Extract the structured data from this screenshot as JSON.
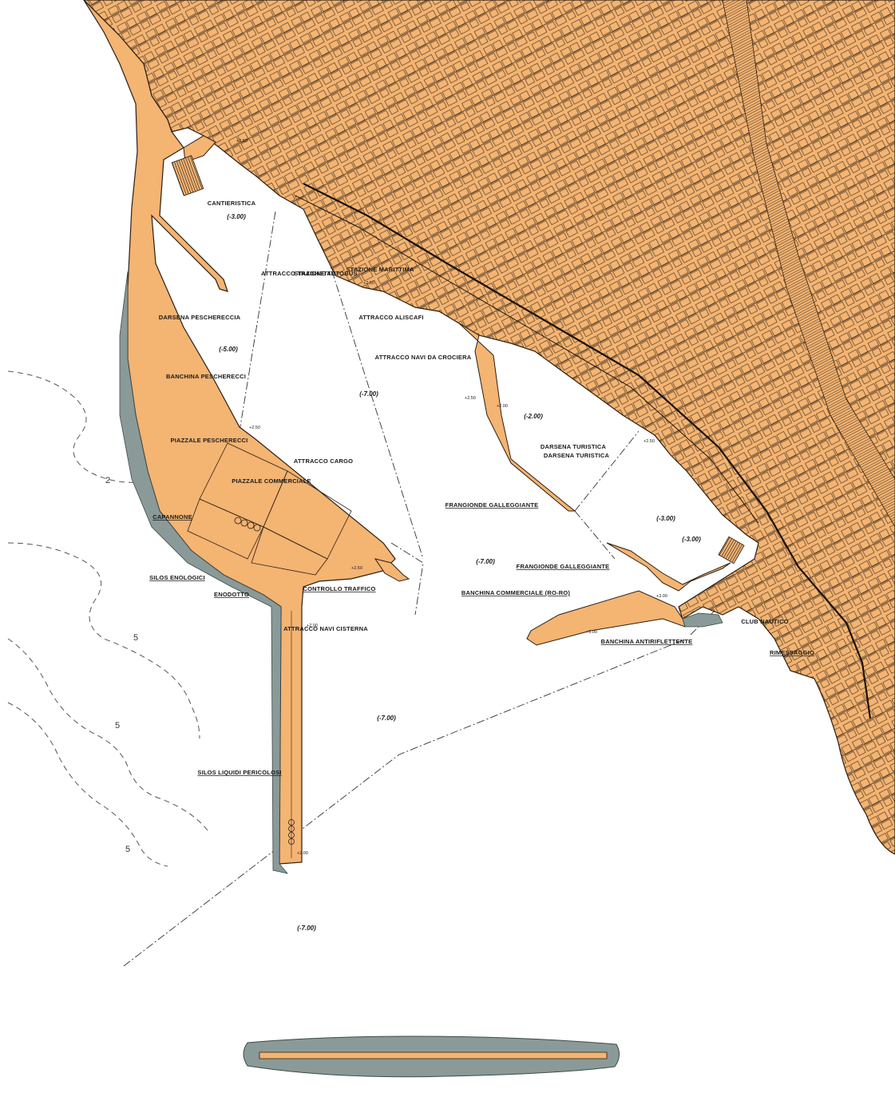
{
  "colors": {
    "land": "#f4b472",
    "water": "#ffffff",
    "breakwater": "#8a9a98",
    "line": "#2a2118"
  },
  "labels": {
    "cantieristica": "CANTIERISTICA",
    "darsena_pescherecci": "DARSENA PESCHERECCIA",
    "banchina_pescherecci": "BANCHINA PESCHERECCI",
    "piazzale_pescherecci": "PIAZZALE PESCHERECCI",
    "piazzale_commerciale": "PIAZZALE COMMERCIALE",
    "capannone": "CAPANNONE",
    "silos_enologici": "SILOS ENOLOGICI",
    "enodotto": "ENODOTTO",
    "controllo_traffico": "CONTROLLO TRAFFICO",
    "attracco_cargo": "ATTRACCO CARGO",
    "attracco_traghetti": "ATTRACCO TRAGHETTI",
    "stazione_autobus": "STAZIONE AUTOBUS",
    "stazione_marittima": "STAZIONE MARITTIMA",
    "attracco_aliscafi": "ATTRACCO ALISCAFI",
    "attracco_navi_crociera": "ATTRACCO NAVI DA CROCIERA",
    "darsena_turistica_1": "DARSENA TURISTICA",
    "darsena_turistica_2": "DARSENA TURISTICA",
    "frangionde_1": "FRANGIONDE GALLEGGIANTE",
    "frangionde_2": "FRANGIONDE GALLEGGIANTE",
    "banchina_roro": "BANCHINA COMMERCIALE (RO-RO)",
    "banchina_antiriflettente": "BANCHINA ANTIRIFLETTENTE",
    "club_nautico": "CLUB NAUTICO",
    "rimessaggio": "RIMESSAGGIO",
    "attracco_navi_cisterna": "ATTRACCO NAVI CISTERNA",
    "silos_liquidi": "SILOS LIQUIDI PERICOLOSI"
  },
  "depths": {
    "cantieristica": "(-3.00)",
    "pescherecci": "(-5.00)",
    "main_basin": "(-7.00)",
    "turistica_a": "(-2.00)",
    "turistica_b": "(-3.00)",
    "turistica_c": "(-3.00)",
    "outer_east": "(-7.00)",
    "outer_mid": "(-7.00)",
    "outer_south": "(-7.00)"
  },
  "elevations": {
    "e1": "+2.50",
    "e2": "+2.50",
    "e3": "+2.50",
    "e4": "+2.50",
    "e5": "+2.00",
    "e6": "+2.50",
    "e7": "+3.00",
    "e8": "+3.00",
    "e9": "+2.00",
    "e10": "+2.00",
    "e11": "+2.50"
  },
  "contours": [
    "2",
    "5",
    "5",
    "5"
  ]
}
